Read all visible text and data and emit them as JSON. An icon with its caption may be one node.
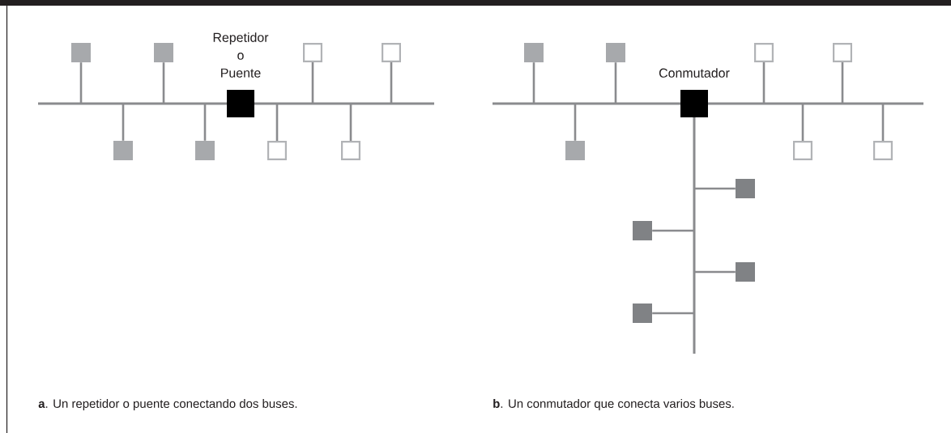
{
  "diagram": {
    "nodes": [
      {
        "text": [],
        "shape": "bar"
      },
      {
        "text": [
          "Repetidor o Puente"
        ]
      },
      {
        "text": [],
        "shape": "box"
      },
      {
        "text": [],
        "shape": "box"
      },
      {
        "text": [],
        "shape": "box"
      },
      {
        "text": [],
        "shape": "box"
      },
      {
        "text": [],
        "shape": "box"
      },
      {
        "text": [],
        "shape": "box"
      },
      {
        "text": [],
        "shape": "box"
      },
      {
        "text": [],
        "shape": "box"
      },
      {
        "text": [],
        "shape": "bar"
      },
      {
        "text": [
          "Conmutador"
        ]
      },
      {
        "text": [],
        "shape": "box"
      },
      {
        "text": [],
        "shape": "box"
      },
      {
        "text": [],
        "shape": "box"
      },
      {
        "text": [],
        "shape": "box"
      },
      {
        "text": [],
        "shape": "box"
      },
      {
        "text": [],
        "shape": "box"
      },
      {
        "text": [],
        "shape": "box"
      },
      {
        "text": [],
        "shape": "bar"
      },
      {
        "text": [],
        "shape": "box"
      },
      {
        "text": [],
        "shape": "box"
      },
      {
        "text": [],
        "shape": "box"
      },
      {
        "text": [],
        "shape": "box"
      }
    ],
    "edges": [
      {
        "from": 2,
        "to": 0,
        "arrow": "none"
      },
      {
        "from": 3,
        "to": 0,
        "arrow": "none"
      },
      {
        "from": 4,
        "to": 0,
        "arrow": "none"
      },
      {
        "from": 5,
        "to": 0,
        "arrow": "none"
      },
      {
        "from": 6,
        "to": 0,
        "arrow": "none"
      },
      {
        "from": 7,
        "to": 0,
        "arrow": "none"
      },
      {
        "from": 8,
        "to": 0,
        "arrow": "none"
      },
      {
        "from": 9,
        "to": 0,
        "arrow": "none"
      },
      {
        "from": 12,
        "to": 10,
        "arrow": "none"
      },
      {
        "from": 13,
        "to": 10,
        "arrow": "none"
      },
      {
        "from": 14,
        "to": 10,
        "arrow": "none"
      },
      {
        "from": 15,
        "to": 10,
        "arrow": "none"
      },
      {
        "from": 16,
        "to": 10,
        "arrow": "none"
      },
      {
        "from": 17,
        "to": 10,
        "arrow": "none"
      },
      {
        "from": 18,
        "to": 10,
        "arrow": "none"
      },
      {
        "from": 20,
        "to": 19,
        "arrow": "none"
      },
      {
        "from": 21,
        "to": 19,
        "arrow": "none"
      },
      {
        "from": 22,
        "to": 19,
        "arrow": "none"
      },
      {
        "from": 23,
        "to": 19,
        "arrow": "none"
      }
    ],
    "labels": [
      "**a**. Un repetidor o puente conectando dos buses.",
      "**b**. Un conmutador que conecta varios buses."
    ]
  }
}
